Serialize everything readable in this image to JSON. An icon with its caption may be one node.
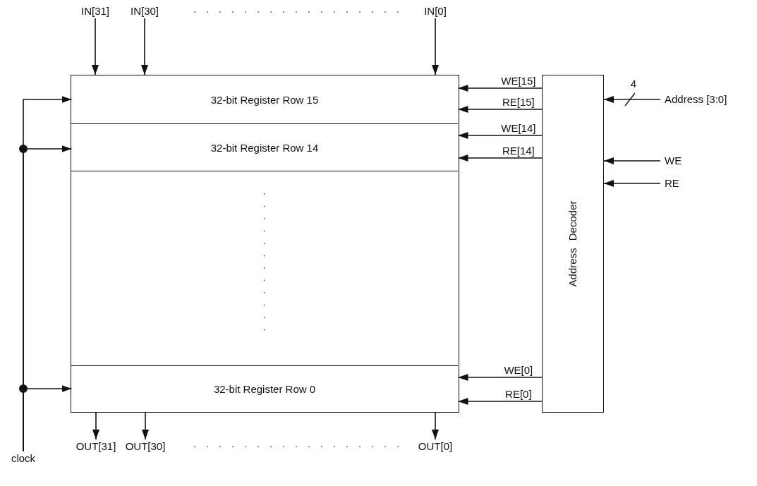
{
  "diagram": {
    "nodes": [
      {
        "text": [],
        "shape": "box"
      },
      {
        "text": [
          "32-bit Register Row 15"
        ],
        "in": 0
      },
      {
        "text": [
          "32-bit Register Row 14"
        ],
        "in": 0
      },
      {
        "text": [
          "32-bit Register Row 0"
        ],
        "in": 0
      },
      {
        "text": [
          "Address Decoder"
        ]
      },
      {
        "text": [
          "IN[31]"
        ]
      },
      {
        "text": [
          "IN[30]"
        ]
      },
      {
        "text": [
          "IN[0]"
        ]
      },
      {
        "text": [
          "OUT[31]"
        ]
      },
      {
        "text": [
          "OUT[30]"
        ]
      },
      {
        "text": [
          "OUT[0]"
        ]
      },
      {
        "text": [
          "clock"
        ]
      },
      {
        "text": [
          "Address [3:0]"
        ]
      },
      {
        "text": [
          "WE"
        ]
      },
      {
        "text": [
          "RE"
        ]
      }
    ],
    "edges": [
      {
        "from": 5,
        "to": 0,
        "arrow": "to"
      },
      {
        "from": 6,
        "to": 0,
        "arrow": "to"
      },
      {
        "from": 7,
        "to": 0,
        "arrow": "to"
      },
      {
        "from": 0,
        "to": 8,
        "arrow": "to"
      },
      {
        "from": 0,
        "to": 9,
        "arrow": "to"
      },
      {
        "from": 0,
        "to": 10,
        "arrow": "to"
      },
      {
        "from": 11,
        "to": 1,
        "arrow": "to"
      },
      {
        "from": 11,
        "to": 2,
        "arrow": "to"
      },
      {
        "from": 11,
        "to": 3,
        "arrow": "to"
      },
      {
        "from": 4,
        "to": 1,
        "arrow": "to",
        "label": "WE[15]"
      },
      {
        "from": 4,
        "to": 1,
        "arrow": "to",
        "label": "RE[15]"
      },
      {
        "from": 4,
        "to": 2,
        "arrow": "to",
        "label": "WE[14]"
      },
      {
        "from": 4,
        "to": 2,
        "arrow": "to",
        "label": "RE[14]"
      },
      {
        "from": 4,
        "to": 3,
        "arrow": "to",
        "label": "WE[0]"
      },
      {
        "from": 4,
        "to": 3,
        "arrow": "to",
        "label": "RE[0]"
      },
      {
        "from": 12,
        "to": 4,
        "arrow": "to",
        "label": "4"
      },
      {
        "from": 13,
        "to": 4,
        "arrow": "to"
      },
      {
        "from": 14,
        "to": 4,
        "arrow": "to"
      }
    ]
  }
}
